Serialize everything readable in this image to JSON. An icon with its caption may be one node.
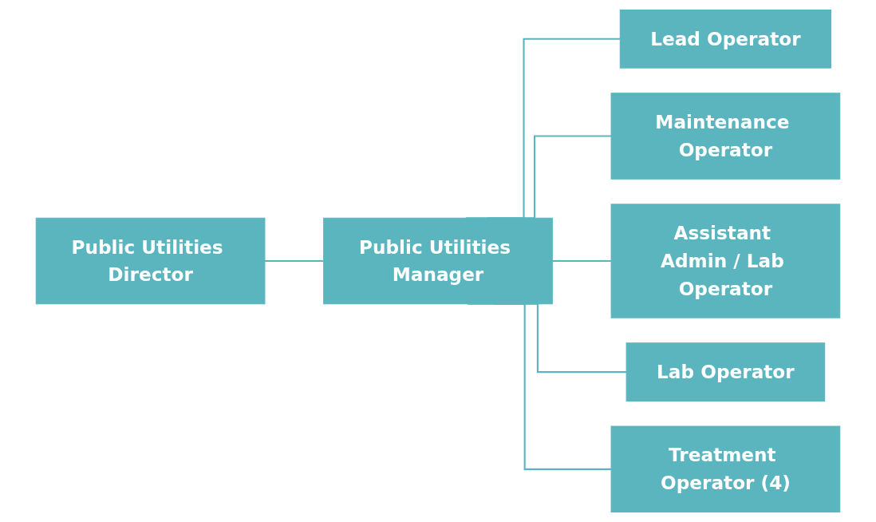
{
  "diagram": {
    "nodes": [
      {
        "text": [
          "Public Utilities Director"
        ]
      },
      {
        "text": [
          "Public Utilities Manager"
        ]
      },
      {
        "text": [
          "Lead Operator"
        ]
      },
      {
        "text": [
          "Maintenance Operator"
        ]
      },
      {
        "text": [
          "Assistant Admin / Lab Operator"
        ]
      },
      {
        "text": [
          "Lab Operator"
        ]
      },
      {
        "text": [
          "Treatment Operator (4)"
        ]
      }
    ],
    "edges": [
      {
        "from": 0,
        "to": 1,
        "arrow": "none"
      },
      {
        "from": 1,
        "to": 2,
        "arrow": "none"
      },
      {
        "from": 1,
        "to": 3,
        "arrow": "none"
      },
      {
        "from": 1,
        "to": 4,
        "arrow": "none"
      },
      {
        "from": 1,
        "to": 5,
        "arrow": "none"
      },
      {
        "from": 1,
        "to": 6,
        "arrow": "none"
      }
    ]
  }
}
